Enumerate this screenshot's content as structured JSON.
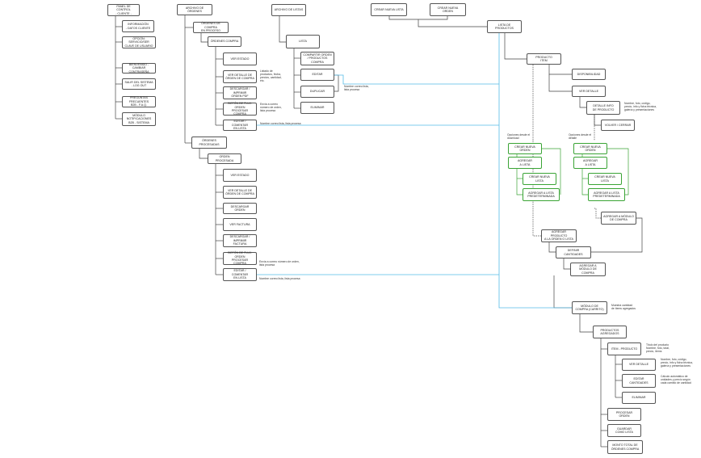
{
  "colors": {
    "line": "#444444",
    "link": "#55bbe6",
    "green": "#3aa435"
  },
  "nodes": {
    "panel": "PANEL DE CONTROL\n- CLIENTE -",
    "info": "INFORMACIÓN\n- DATOS CLIENTE",
    "opt_user": "OPCIÓN: SERVICIO/SER\nCLAVE DE USUARIO",
    "bienvenido": "BIENVENIDO - CAMBIAR\nCONTRASEÑA",
    "salir": "SALIR DEL SISTEMA\n- LOG OUT",
    "preguntas": "PREGUNTAS FRECUENTES\nB2B - F.A.Q.",
    "modulo_not": "MÓDULO\nNOTIFICACIONES\nB2B - SISTEMA",
    "archivo_ord": "ARCHIVO DE ÓRDENES",
    "ord_curso": "ÓRDENES DE COMPRA\nEN PROCESO",
    "ord_compra": "ÓRDENES COMPRA",
    "ver_a": "VER ESTADO",
    "ver_det_a": "VER DETALLE DE\nÓRDEN DE COMPRA",
    "desc_a": "DESCARGAR / IMPRIMIR\nORDEN PDF",
    "boton_a": "BOTÓN DE FLUJ. ORDEN\nPROCESAR COMPRA",
    "editar_a": "EDITAR / COMENTAR\nEN LISTA",
    "ord_proc": "ÓRDENES\nPROCESADAS",
    "orden_proc": "ORDEN PROCESADA",
    "ver_b": "VER ESTADO",
    "ver_det_b": "VER DETALLE DE\nÓRDEN DE COMPRA",
    "desc_b": "DESCARGAR ORDEN",
    "ver_fact": "VER FACTURA",
    "desc_fact": "DESCARGAR / IMPRIMIR\nFACTURA",
    "boton_b": "BOTÓN DE FLUJ. ORDEN\nPROCESAR COMPRA",
    "editar_b": "EDITAR / COMENTAR\nEN LISTA",
    "archivo_lis": "ARCHIVO DE LISTAS",
    "lista": "LISTA",
    "compartir": "COMPARTIR ORDEN\n/ PRODUCTOS COMPRA",
    "editar_l": "EDITAR",
    "duplicar": "DUPLICAR",
    "eliminar_l": "ELIMINAR",
    "crear_lista": "CREAR NUEVA LISTA",
    "crear_orden": "CREAR NUEVA ORDEN",
    "lista_prod": "LISTA DE PRODUCTOS",
    "producto": "PRODUCTO\nITEM",
    "disponibilidad": "DISPONIBILIDAD",
    "ver_detalle": "VER DETALLE",
    "detalle_info": "DETALLE INFO\nDE PRODUCTO",
    "volver": "VOLVER / CERRAR",
    "g_crear_orden_l": "CREAR NUEVA\nORDEN",
    "g_agregar_l": "AGREGAR\nA LISTA",
    "g_crear_lista_l": "CREAR NUEVA\nLISTA",
    "g_agregar_nueva_l": "AGREGAR A LISTA\nPREDETERMINADA",
    "g_crear_orden_r": "CREAR NUEVA\nORDEN",
    "g_agregar_r": "AGREGAR\nA LISTA",
    "g_crear_lista_r": "CREAR NUEVA\nLISTA",
    "g_agregar_nueva_r": "AGREGAR A LISTA\nPREDETERMINADA",
    "agregar_mod_r": "AGREGAR A MÓDULO\nDE COMPRA",
    "agregar_prod": "AGREGAR PRODUCTO\nA LA ORDEN O LISTA",
    "definir": "DEFINIR\nCANTIDADES",
    "agregar_mod": "AGREGAR A\nMÓDULO DE COMPRA",
    "modulo_compra": "MÓDULO DE\nCOMPRA (CARRITO)",
    "prod_agreg": "PRODUCTOS\nAGREGADOS",
    "item_prod": "ITEM - PRODUCTO",
    "ver_det_c": "VER DETALLE",
    "editar_cant": "EDITAR\nCANTIDADES",
    "eliminar_c": "ELIMINAR",
    "procesar": "PROCESAR\nORDEN",
    "guardar": "GUARDAR\nCOMO LISTA",
    "monto": "MONTO TOTAL DE\nÓRDENES COMPRA"
  },
  "notes": {
    "n_listado": "Listado de\nproductos, fecha,\nprecios, cantidad,\netc.",
    "n_envio": "Envía a correo\nnúmero de orden,\nlista procesa",
    "n_nombre_lista": "Nombre correo lista,\nlista procesa",
    "n_nombre_a": "Nombre correo lista, lista procesa",
    "n_envio_b": "Envía a correo número de orden,\nlista procesa",
    "n_nombre_b": "Nombre correo lista, lista procesa",
    "n_nombre_foto": "Nombre, foto, código,\nprecio, info y ficha técnica,\ngalería y presentaciones",
    "n_opciones_l": "Opciones desde el\ndownload",
    "n_opciones_r": "Opciones desde el\ndetalle",
    "n_cantidad": "Muestra cantidad\nde ítems agregados",
    "n_titulo": "Título del producto\nNombre, foto, total,\nprecio, ítems",
    "n_nombre_c": "Nombre, foto, código,\nprecio, info y ficha técnica,\ngalería y presentaciones",
    "n_calculo": "Cálculo automático de\nunidades y precio según\ncada cambio de cantidad"
  }
}
